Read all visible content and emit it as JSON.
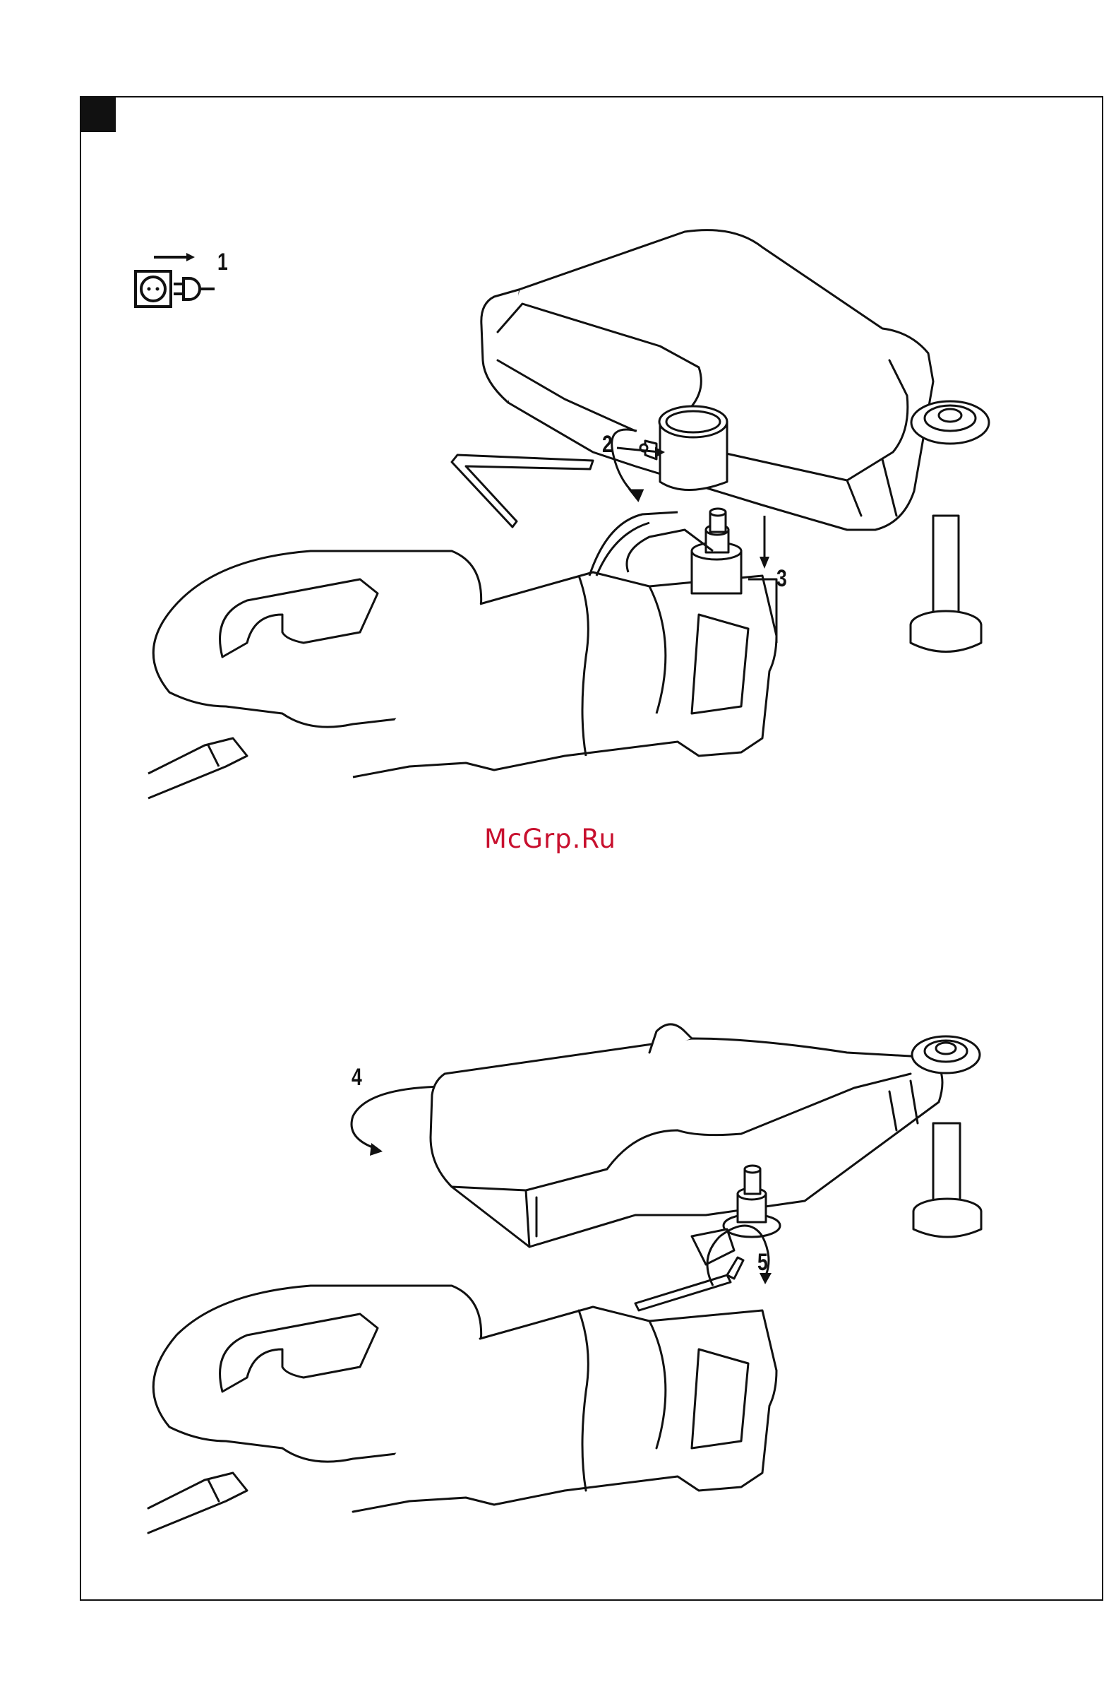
{
  "figure": {
    "steps": [
      {
        "number": "1",
        "action": "unplug"
      },
      {
        "number": "2",
        "action": "loosen-screw"
      },
      {
        "number": "3",
        "action": "lower-guard"
      },
      {
        "number": "4",
        "action": "rotate-guard"
      },
      {
        "number": "5",
        "action": "tighten-screw"
      }
    ],
    "watermark": "McGrp.Ru",
    "colors": {
      "line": "#111111",
      "fill": "#ffffff",
      "watermark": "#c8102e"
    },
    "icons": [
      "socket-icon",
      "plug-icon",
      "hex-key-icon",
      "rotation-arrow-icon"
    ]
  }
}
